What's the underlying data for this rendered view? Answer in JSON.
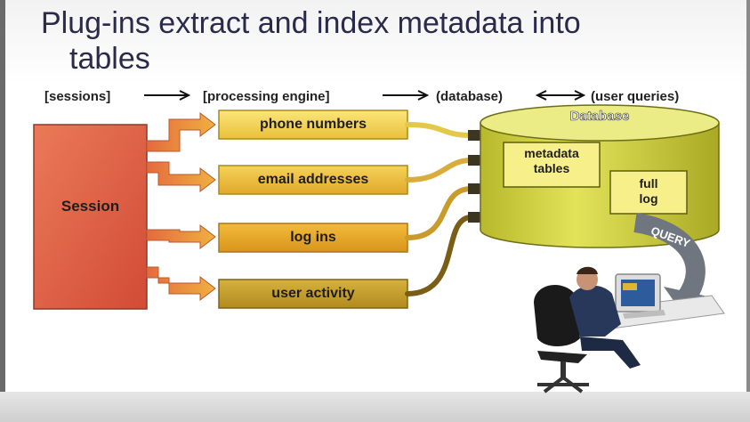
{
  "slide": {
    "title_line1": "Plug-ins extract and index metadata into",
    "title_line2": "tables"
  },
  "flow": {
    "sessions": "[sessions]",
    "engine": "[processing engine]",
    "database": "(database)",
    "queries": "(user queries)"
  },
  "session_block": {
    "label": "Session"
  },
  "plugins": [
    {
      "label": "phone numbers"
    },
    {
      "label": "email addresses"
    },
    {
      "label": "log ins"
    },
    {
      "label": "user activity"
    }
  ],
  "database": {
    "label": "Database",
    "metadata_tables": "metadata tables",
    "metadata_line1": "metadata",
    "metadata_line2": "tables",
    "full_log_line1": "full",
    "full_log_line2": "log"
  },
  "query": {
    "label": "QUERY"
  },
  "colors": {
    "session_fill": "#e06044",
    "box_gold": "#f1c232",
    "box_dark": "#c9a028",
    "db_fill": "#cccc3a",
    "arrow": "#e8a33d",
    "title_text": "#2a2a4a"
  }
}
